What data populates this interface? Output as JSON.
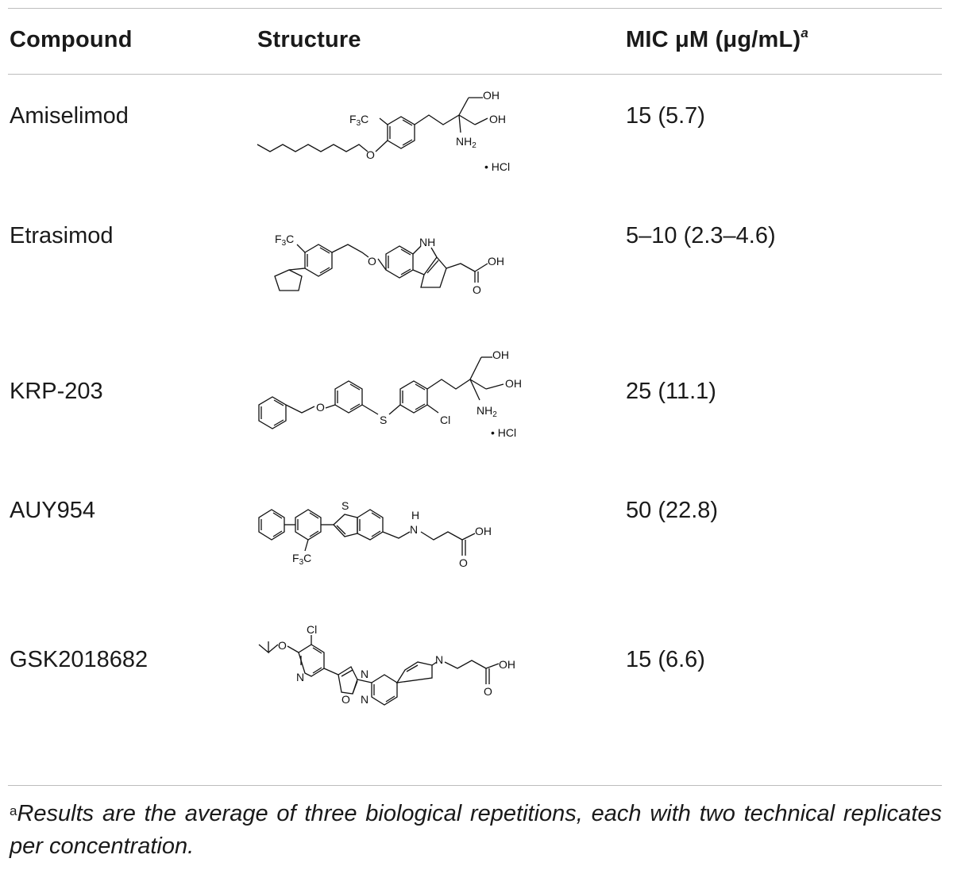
{
  "table": {
    "headers": {
      "compound": "Compound",
      "structure": "Structure",
      "mic": "MIC μM (μg/mL)",
      "mic_marker": "a"
    },
    "rows": [
      {
        "compound": "Amiselimod",
        "mic": "15 (5.7)",
        "labels": {
          "oh1": "OH",
          "oh2": "OH",
          "f3c": "F",
          "f3c_sub": "3",
          "f3c_c": "C",
          "nh2": "NH",
          "nh2_sub": "2",
          "o": "O",
          "hcl": "• HCl"
        }
      },
      {
        "compound": "Etrasimod",
        "mic": "5–10 (2.3–4.6)",
        "labels": {
          "f3c": "F",
          "f3c_sub": "3",
          "f3c_c": "C",
          "nh": "NH",
          "o": "O",
          "oh": "OH",
          "o2": "O"
        }
      },
      {
        "compound": "KRP-203",
        "mic": "25 (11.1)",
        "labels": {
          "oh1": "OH",
          "oh2": "OH",
          "o": "O",
          "s": "S",
          "cl": "Cl",
          "nh2": "NH",
          "nh2_sub": "2",
          "hcl": "• HCl"
        }
      },
      {
        "compound": "AUY954",
        "mic": "50 (22.8)",
        "labels": {
          "s": "S",
          "h": "H",
          "n": "N",
          "oh": "OH",
          "o": "O",
          "f3c": "F",
          "f3c_sub": "3",
          "f3c_c": "C"
        }
      },
      {
        "compound": "GSK2018682",
        "mic": "15 (6.6)",
        "labels": {
          "cl": "Cl",
          "o": "O",
          "n_py": "N",
          "n1": "N",
          "o_ox": "O",
          "n2": "N",
          "n_ind": "N",
          "oh": "OH",
          "o2": "O"
        }
      }
    ]
  },
  "footnote": {
    "marker": "a",
    "text": "Results are the average of three biological repetitions, each with two technical replicates per concentration."
  }
}
